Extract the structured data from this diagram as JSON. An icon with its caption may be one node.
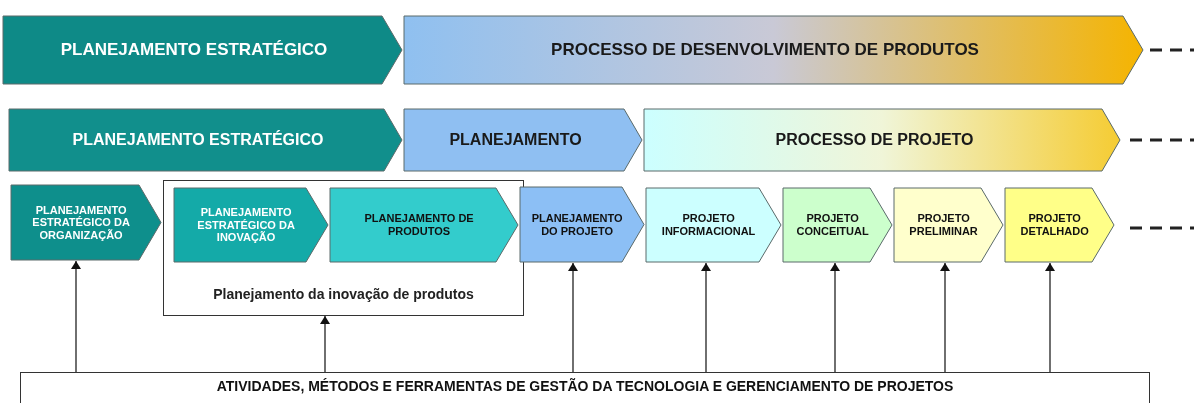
{
  "diagram": {
    "nodes": [
      {
        "text": [
          "PLANEJAMENTO ESTRATÉGICO"
        ]
      },
      {
        "text": [
          "PROCESSO DE DESENVOLVIMENTO DE PRODUTOS"
        ]
      },
      {
        "text": [
          "PLANEJAMENTO ESTRATÉGICO"
        ]
      },
      {
        "text": [
          "PLANEJAMENTO"
        ]
      },
      {
        "text": [
          "PROCESSO DE PROJETO"
        ]
      },
      {
        "text": [
          "PLANEJAMENTO ESTRATÉGICO DA ORGANIZAÇÃO"
        ]
      },
      {
        "text": [
          "Planejamento da inovação de produtos"
        ]
      },
      {
        "text": [
          "PLANEJAMENTO ESTRATÉGICO DA INOVAÇÃO"
        ],
        "in": 6
      },
      {
        "text": [
          "PLANEJAMENTO DE PRODUTOS"
        ],
        "in": 6
      },
      {
        "text": [
          "PLANEJAMENTO DO PROJETO"
        ]
      },
      {
        "text": [
          "PROJETO INFORMACIONAL"
        ]
      },
      {
        "text": [
          "PROJETO CONCEITUAL"
        ]
      },
      {
        "text": [
          "PROJETO PRELIMINAR"
        ]
      },
      {
        "text": [
          "PROJETO DETALHADO"
        ]
      },
      {
        "text": [
          "ATIVIDADES, MÉTODOS E FERRAMENTAS DE GESTÃO DA TECNOLOGIA E GERENCIAMENTO DE PROJETOS"
        ]
      }
    ],
    "edges": [
      {
        "from": 14,
        "to": 5,
        "arrow": "to"
      },
      {
        "from": 14,
        "to": 6,
        "arrow": "to"
      },
      {
        "from": 14,
        "to": 9,
        "arrow": "to"
      },
      {
        "from": 14,
        "to": 10,
        "arrow": "to"
      },
      {
        "from": 14,
        "to": 11,
        "arrow": "to"
      },
      {
        "from": 14,
        "to": 12,
        "arrow": "to"
      },
      {
        "from": 14,
        "to": 13,
        "arrow": "to"
      }
    ]
  }
}
